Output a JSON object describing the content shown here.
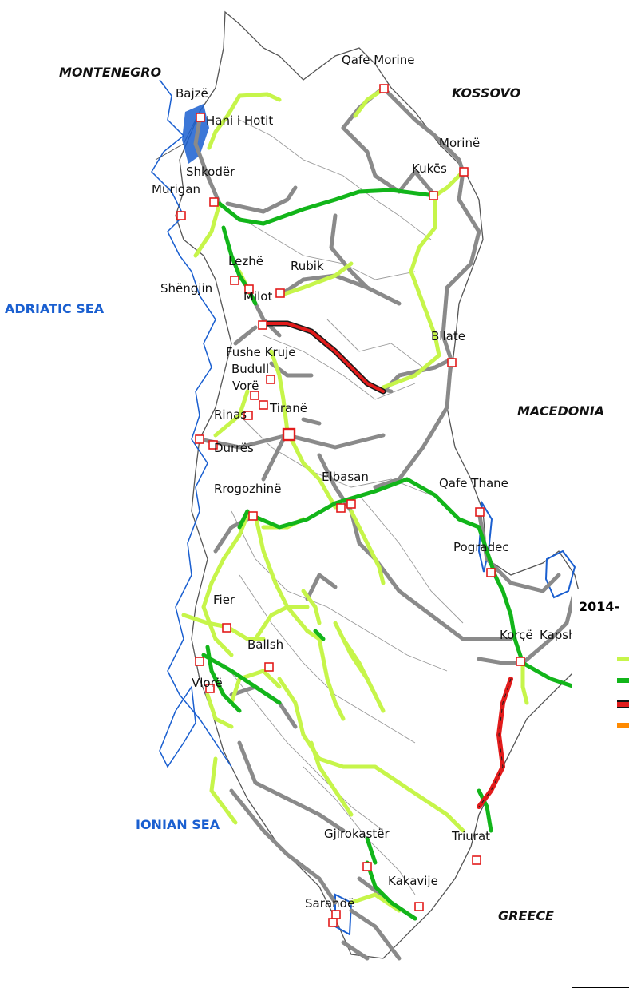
{
  "countries": {
    "montenegro": "MONTENEGRO",
    "kossovo": "KOSSOVO",
    "macedonia": "MACEDONIA",
    "greece": "GREECE"
  },
  "seas": {
    "adriatic": "ADRIATIC SEA",
    "ionian": "IONIAN SEA"
  },
  "places": {
    "qafe_morine": "Qafe Morine",
    "bajze": "Bajzë",
    "hani_i_hotit": "Hani i Hotit",
    "morine": "Morinë",
    "kukes": "Kukës",
    "shkoder": "Shkodër",
    "murigan": "Murigan",
    "lezhe": "Lezhë",
    "rubik": "Rubik",
    "shengjin": "Shëngjin",
    "milot": "Milot",
    "bllate": "Bllate",
    "fushe_kruje": "Fushe Kruje",
    "budull": "Budull",
    "vore": "Vorë",
    "tirane": "Tiranë",
    "rinas": "Rinas",
    "durres": "Durrës",
    "rrogozhine": "Rrogozhinë",
    "elbasan": "Elbasan",
    "qafe_thane": "Qafe Thane",
    "pogradec": "Pogradec",
    "fier": "Fier",
    "ballsh": "Ballsh",
    "korce": "Korçë",
    "kapshtice": "Kapshtice",
    "vlore": "Vlorë",
    "gjirokaster": "Gjirokastër",
    "triurat": "Triurat",
    "kakavije": "Kakavije",
    "sarande": "Sarandë"
  },
  "legend": {
    "title": "2014-",
    "items": [
      {
        "color": "#c6f54a"
      },
      {
        "color": "#12b51a"
      },
      {
        "color": "#e21b1b"
      },
      {
        "color": "#ff8a00"
      }
    ]
  },
  "colors": {
    "lime_road": "#c6f54a",
    "green_road": "#12b51a",
    "red_road": "#e21b1b",
    "gray_road": "#8a8a8a",
    "water": "#1a5fd0",
    "crossing_marker": "#e21b1b"
  }
}
